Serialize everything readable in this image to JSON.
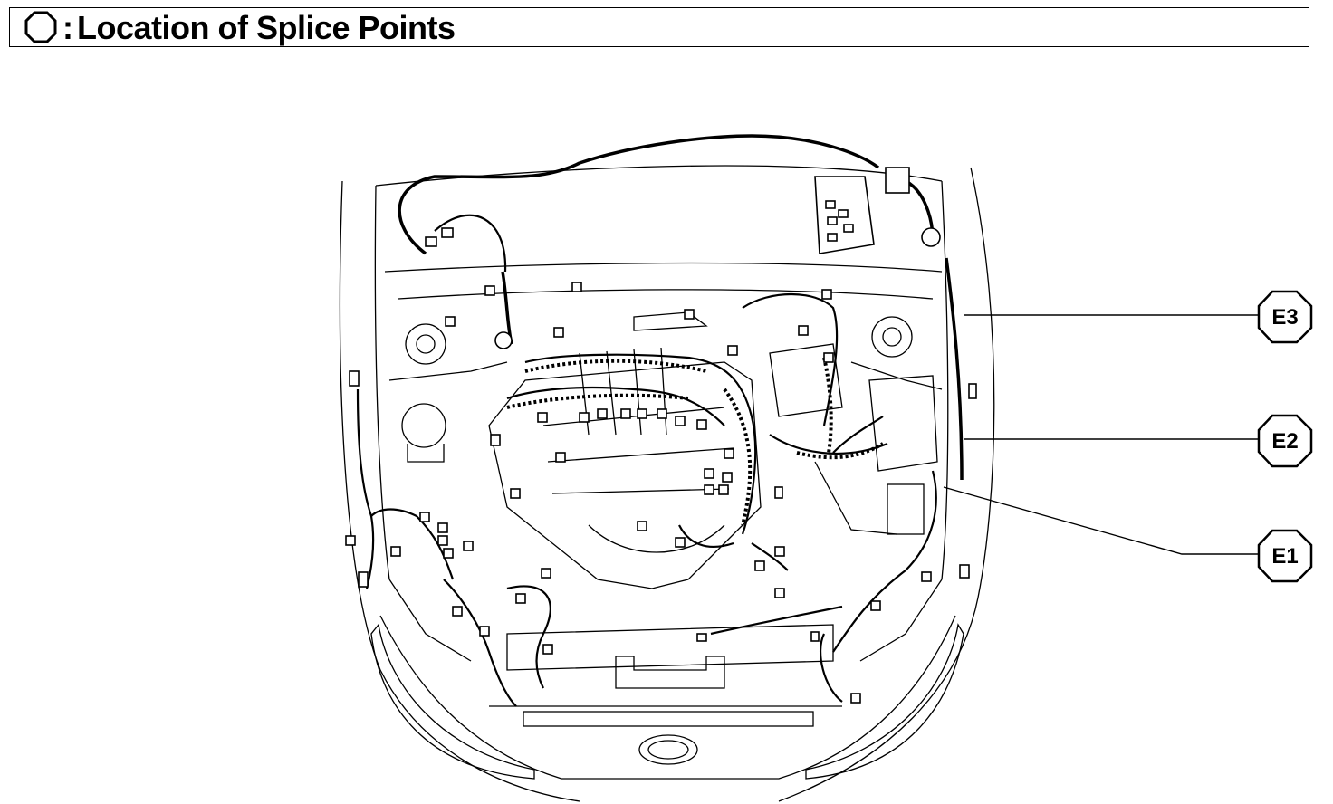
{
  "title": {
    "symbol": "octagon-symbol",
    "colon": ":",
    "text": "Location of Splice Points"
  },
  "splice_points": [
    {
      "id": "E3",
      "label": "E3"
    },
    {
      "id": "E2",
      "label": "E2"
    },
    {
      "id": "E1",
      "label": "E1"
    }
  ],
  "colors": {
    "line": "#000000",
    "background": "#ffffff"
  }
}
